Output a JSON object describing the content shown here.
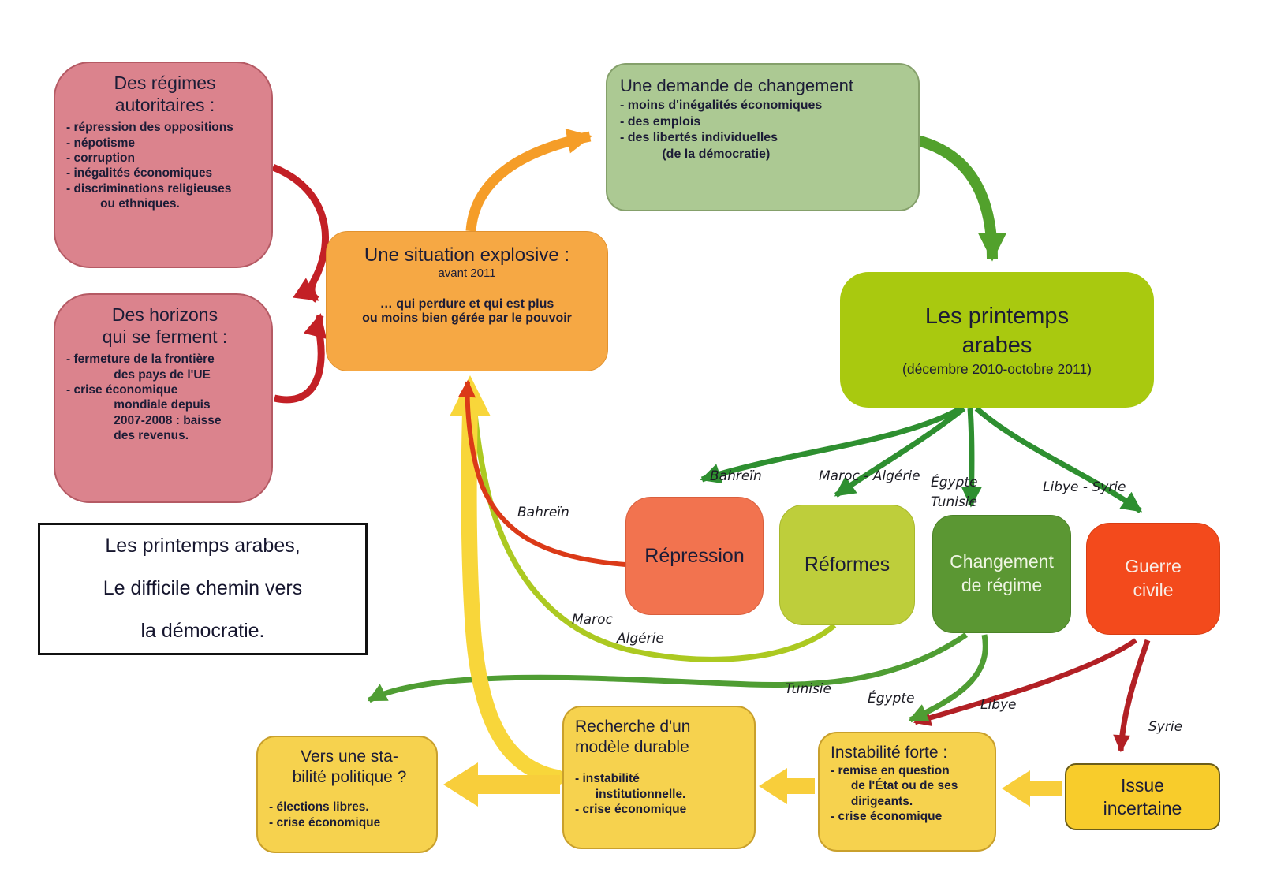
{
  "map_title": "Les printemps arabes,\nLe difficile chemin vers\nla démocratie.",
  "causes": {
    "regimes": {
      "title": "Des régimes\nautoritaires :",
      "bullets": [
        "- répression des oppositions",
        "- népotisme",
        "- corruption",
        "- inégalités économiques",
        "- discriminations religieuses\n          ou ethniques."
      ]
    },
    "horizons": {
      "title": "Des horizons\nqui se ferment :",
      "bullets": [
        "- fermeture de la frontière\n              des pays de l'UE",
        "- crise économique\n              mondiale depuis\n              2007-2008 : baisse\n              des revenus."
      ]
    }
  },
  "situation": {
    "title": "Une situation explosive :",
    "subtitle": "avant 2011",
    "body": "… qui perdure et qui est plus\nou moins bien gérée par le pouvoir"
  },
  "demande": {
    "title": "Une demande de changement",
    "bullets": [
      "- moins d'inégalités économiques",
      "- des emplois",
      "- des libertés individuelles\n            (de la démocratie)"
    ]
  },
  "printemps": {
    "title": "Les printemps\narabes",
    "subtitle": "(décembre 2010-octobre 2011)"
  },
  "outcomes": {
    "repression": "Répression",
    "reformes": "Réformes",
    "changement": "Changement\nde régime",
    "guerre": "Guerre\ncivile"
  },
  "consequences": {
    "stabilite": {
      "title": "Vers une sta-\nbilité politique ?",
      "bullets": [
        "- élections libres.",
        "- crise économique"
      ]
    },
    "recherche": {
      "title": "Recherche d'un\nmodèle durable",
      "bullets": [
        "- instabilité\n      institutionnelle.",
        "- crise économique"
      ]
    },
    "instabilite": {
      "title": "Instabilité forte :",
      "bullets": [
        "- remise en question\n      de l'État ou de ses\n      dirigeants.",
        "- crise économique"
      ]
    },
    "issue": {
      "title": "Issue\nincertaine"
    }
  },
  "edge_labels": {
    "bahrein_top": "Bahreïn",
    "maroc_algerie": "Maroc - Algérie",
    "egypte_tunisie": "Égypte\nTunisie",
    "libye_syrie": "Libye - Syrie",
    "bahrein": "Bahreïn",
    "maroc": "Maroc",
    "algerie": "Algérie",
    "tunisie": "Tunisie",
    "egypte": "Égypte",
    "libye": "Libye",
    "syrie": "Syrie"
  },
  "palette": {
    "pink_box": "#DB838D",
    "orange_box": "#F6A844",
    "sage_box": "#ACC993",
    "printemps_box": "#A9C90F",
    "repression_box": "#F2734F",
    "reformes_box": "#BECE3B",
    "changement_box": "#5B9733",
    "guerre_box": "#F34A1C",
    "yellow_box": "#F6D24E",
    "issue_box": "#F8CC2B",
    "red_arrow": "#C32026",
    "orange_arrow": "#F59D28",
    "green_arrow": "#52A12C",
    "fan_green": "#2E8F30",
    "mid_green": "#4F9D33",
    "olive_curve": "#ACC921",
    "dark_red": "#B22025",
    "red_orange": "#DB3A18",
    "yellow_arrow": "#F8D63A"
  }
}
